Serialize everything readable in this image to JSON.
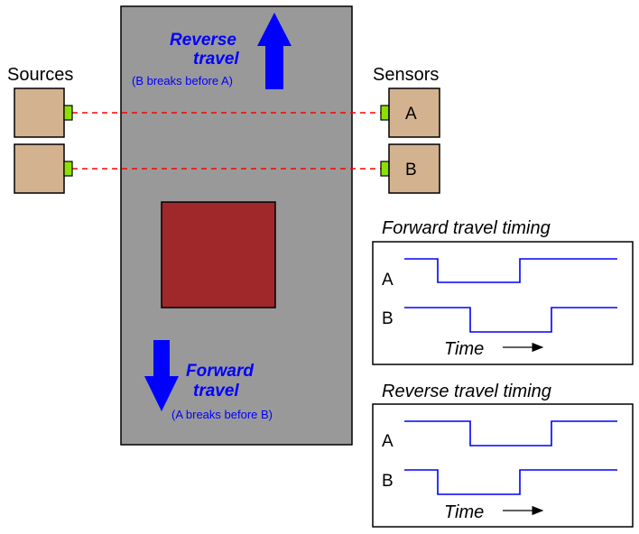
{
  "labels": {
    "sources": "Sources",
    "sensors": "Sensors",
    "sensor_a": "A",
    "sensor_b": "B"
  },
  "reverse_travel": {
    "line1": "Reverse",
    "line2": "travel",
    "note": "(B breaks before A)"
  },
  "forward_travel": {
    "line1": "Forward",
    "line2": "travel",
    "note": "(A breaks before B)"
  },
  "forward_timing": {
    "title": "Forward travel timing",
    "channel_a": "A",
    "channel_b": "B",
    "time_label": "Time"
  },
  "reverse_timing": {
    "title": "Reverse travel timing",
    "channel_a": "A",
    "channel_b": "B",
    "time_label": "Time"
  },
  "colors": {
    "panel": "#999999",
    "block": "#a0282a",
    "device": "#d3b28f",
    "lens": "#8ee000",
    "beam": "#ff0000",
    "arrow": "#0000ff",
    "signal": "#0000ff"
  }
}
